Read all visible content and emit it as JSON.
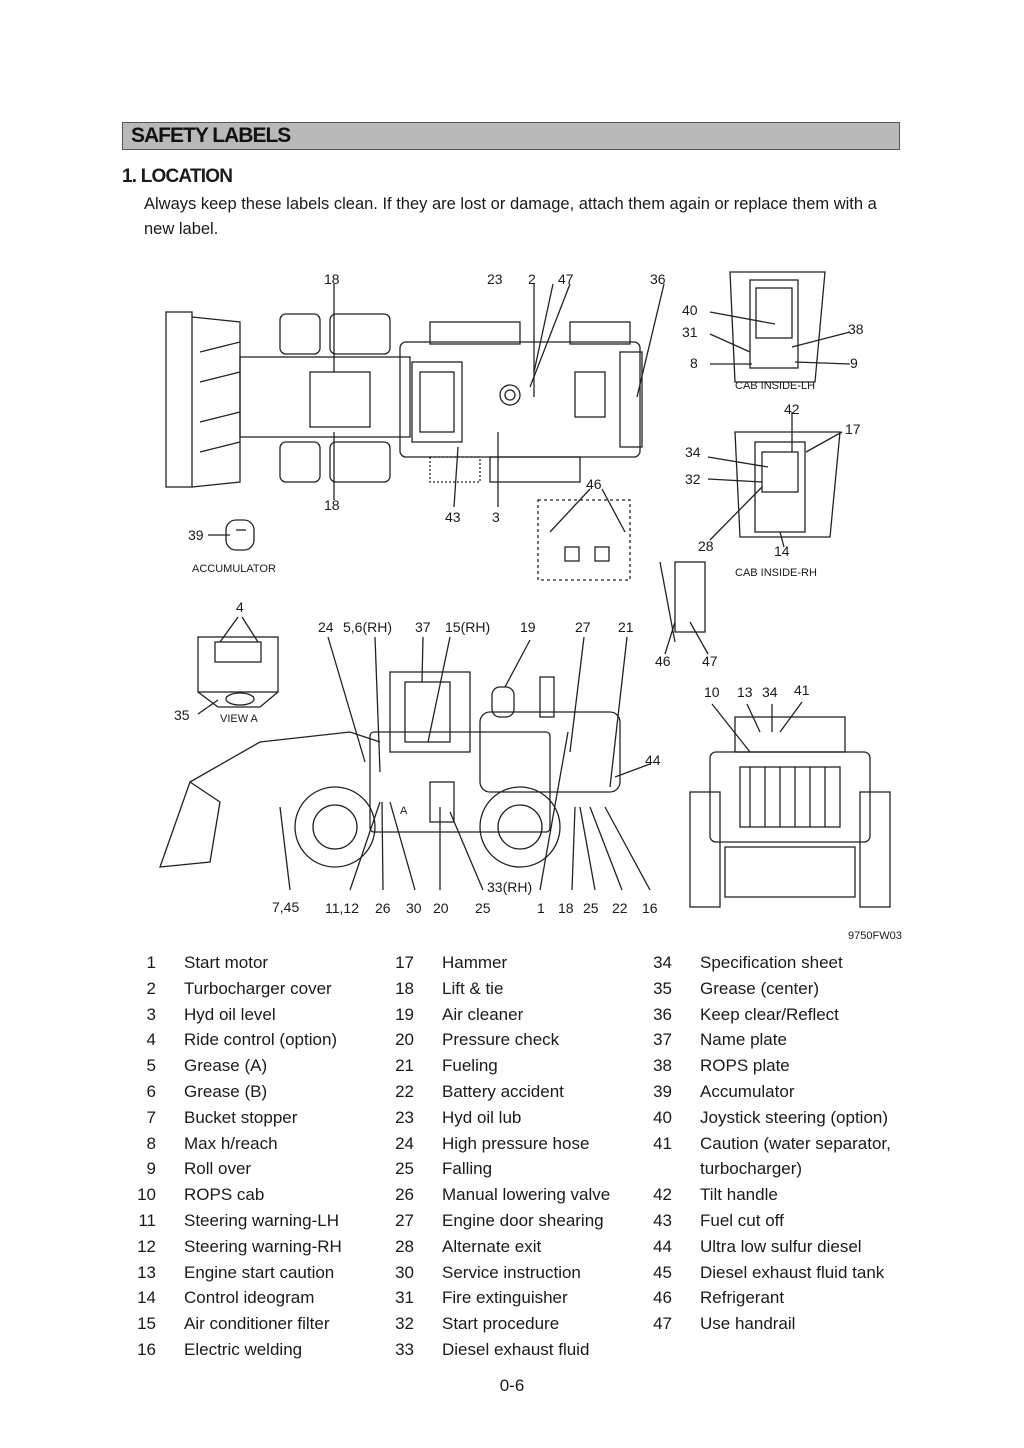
{
  "section_title": "SAFETY LABELS",
  "heading": "1. LOCATION",
  "intro": "Always keep these labels clean.  If they are lost or damage, attach them again or replace them with a new label.",
  "diagram": {
    "captions": {
      "accumulator": "ACCUMULATOR",
      "cab_lh": "CAB INSIDE-LH",
      "cab_rh": "CAB INSIDE-RH",
      "view_a": "VIEW A",
      "fig_code": "9750FW03",
      "a_mark": "A"
    },
    "callouts": {
      "top": [
        "18",
        "23",
        "2",
        "47",
        "36"
      ],
      "top_bottom": [
        "18",
        "43",
        "3"
      ],
      "cab_lh": [
        "40",
        "31",
        "38",
        "8",
        "9"
      ],
      "cab_rh": [
        "42",
        "17",
        "34",
        "32",
        "28",
        "14"
      ],
      "acc": "39",
      "detail46": "46",
      "rh_pair": [
        "46",
        "47"
      ],
      "view_a": [
        "4",
        "35"
      ],
      "side_top": [
        "24",
        "5,6(RH)",
        "37",
        "15(RH)",
        "19",
        "27",
        "21"
      ],
      "side_mid": [
        "44",
        "33(RH)"
      ],
      "side_bottom": [
        "7,45",
        "11,12",
        "26",
        "30",
        "20",
        "25",
        "1",
        "18",
        "25",
        "22",
        "16"
      ],
      "rear": [
        "10",
        "13",
        "34",
        "41"
      ]
    }
  },
  "legend": {
    "col1": [
      {
        "num": "1",
        "text": "Start motor"
      },
      {
        "num": "2",
        "text": "Turbocharger cover"
      },
      {
        "num": "3",
        "text": "Hyd oil level"
      },
      {
        "num": "4",
        "text": "Ride control (option)"
      },
      {
        "num": "5",
        "text": "Grease (A)"
      },
      {
        "num": "6",
        "text": "Grease (B)"
      },
      {
        "num": "7",
        "text": "Bucket stopper"
      },
      {
        "num": "8",
        "text": "Max h/reach"
      },
      {
        "num": "9",
        "text": "Roll over"
      },
      {
        "num": "10",
        "text": "ROPS cab"
      },
      {
        "num": "11",
        "text": "Steering warning-LH"
      },
      {
        "num": "12",
        "text": "Steering warning-RH"
      },
      {
        "num": "13",
        "text": "Engine start caution"
      },
      {
        "num": "14",
        "text": "Control ideogram"
      },
      {
        "num": "15",
        "text": "Air conditioner filter"
      },
      {
        "num": "16",
        "text": "Electric welding"
      }
    ],
    "col2": [
      {
        "num": "17",
        "text": "Hammer"
      },
      {
        "num": "18",
        "text": "Lift & tie"
      },
      {
        "num": "19",
        "text": "Air cleaner"
      },
      {
        "num": "20",
        "text": "Pressure check"
      },
      {
        "num": "21",
        "text": "Fueling"
      },
      {
        "num": "22",
        "text": "Battery accident"
      },
      {
        "num": "23",
        "text": "Hyd oil lub"
      },
      {
        "num": "24",
        "text": "High pressure hose"
      },
      {
        "num": "25",
        "text": "Falling"
      },
      {
        "num": "26",
        "text": "Manual lowering valve"
      },
      {
        "num": "27",
        "text": "Engine door shearing"
      },
      {
        "num": "28",
        "text": "Alternate exit"
      },
      {
        "num": "30",
        "text": "Service instruction"
      },
      {
        "num": "31",
        "text": "Fire extinguisher"
      },
      {
        "num": "32",
        "text": "Start procedure"
      },
      {
        "num": "33",
        "text": "Diesel exhaust fluid"
      }
    ],
    "col3": [
      {
        "num": "34",
        "text": "Specification sheet"
      },
      {
        "num": "35",
        "text": "Grease (center)"
      },
      {
        "num": "36",
        "text": "Keep clear/Reflect"
      },
      {
        "num": "37",
        "text": "Name plate"
      },
      {
        "num": "38",
        "text": "ROPS plate"
      },
      {
        "num": "39",
        "text": "Accumulator"
      },
      {
        "num": "40",
        "text": "Joystick steering (option)"
      },
      {
        "num": "41",
        "text": "Caution (water separator,"
      },
      {
        "num": "",
        "text": "turbocharger)"
      },
      {
        "num": "42",
        "text": "Tilt handle"
      },
      {
        "num": "43",
        "text": "Fuel cut off"
      },
      {
        "num": "44",
        "text": "Ultra low sulfur diesel"
      },
      {
        "num": "45",
        "text": "Diesel exhaust fluid tank"
      },
      {
        "num": "46",
        "text": "Refrigerant"
      },
      {
        "num": "47",
        "text": "Use handrail"
      }
    ]
  },
  "page_number": "0-6"
}
